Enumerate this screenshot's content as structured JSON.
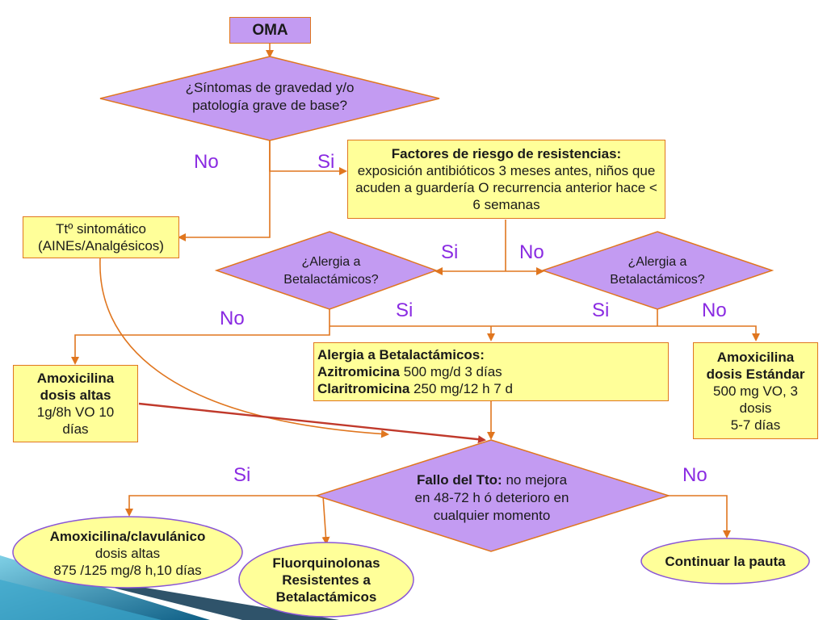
{
  "colors": {
    "accent": "#e0761f",
    "diamond_fill": "#c39bf2",
    "box_fill": "#ffff99",
    "ellipse_fill": "#ffff99",
    "label": "#8a2be2",
    "corner": "#1f7fa8"
  },
  "start": {
    "label": "OMA"
  },
  "q_gravedad": {
    "text": "¿Síntomas de gravedad y/o patología grave de base?"
  },
  "sintomatico": {
    "line1": "Ttº sintomático",
    "line2": "(AINEs/Analgésicos)"
  },
  "factores": {
    "title": "Factores de riesgo de resistencias:",
    "body": "exposición antibióticos 3 meses antes, niños que acuden a guardería O recurrencia anterior hace < 6 semanas"
  },
  "alergia_left": {
    "text": "¿Alergia a Betalactámicos?"
  },
  "alergia_right": {
    "text": "¿Alergia a Betalactámicos?"
  },
  "amox_altas": {
    "title": "Amoxicilina dosis altas",
    "body": "1g/8h VO 10 días"
  },
  "alergia_box": {
    "title": "Alergia a Betalactámicos:",
    "l1_drug": "Azitromicina",
    "l1_dose": " 500 mg/d 3 días",
    "l2_drug": "Claritromicina",
    "l2_dose": " 250 mg/12 h 7 d"
  },
  "amox_estandar": {
    "title": "Amoxicilina dosis Estándar",
    "body1": "500  mg VO, 3 dosis",
    "body2": "5-7  días"
  },
  "fallo": {
    "title": "Fallo del Tto:",
    "body": " no mejora en 48-72 h ó deterioro en cualquier momento"
  },
  "amox_clav": {
    "title": "Amoxicilina/clavulánico",
    "body1": "dosis altas",
    "body2": "875 /125 mg/8 h,10 días"
  },
  "fluor": {
    "text": "Fluorquinolonas Resistentes a Betalactámicos"
  },
  "continuar": {
    "text": "Continuar la pauta"
  },
  "labels": {
    "no1": "No",
    "si1": "Si",
    "si2": "Si",
    "no2": "No",
    "no3": "No",
    "si3": "Si",
    "si4": "Si",
    "no4": "No",
    "si5": "Si",
    "no5": "No"
  }
}
